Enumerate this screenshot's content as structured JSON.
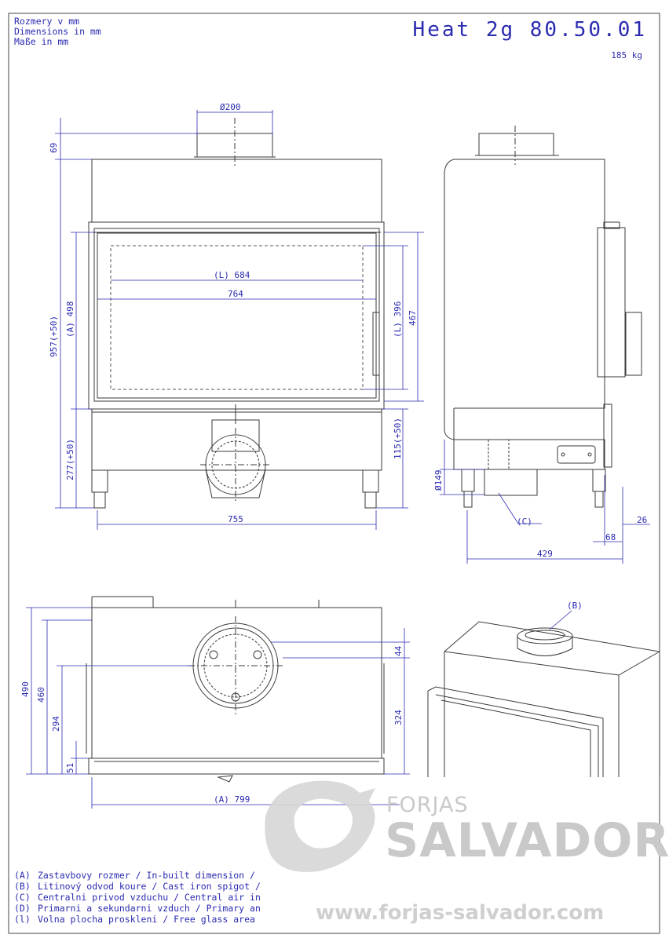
{
  "header": {
    "units": [
      "Rozmery v mm",
      "Dimensions in mm",
      "Maße in mm"
    ],
    "model": "Heat 2g 80.50.01",
    "weight": "185 kg"
  },
  "front_view": {
    "dims": {
      "flue": "Ø200",
      "top_height": "69",
      "total_height": "957(+50)",
      "in_built_height": "(A) 498",
      "base_height": "277(+50)",
      "glass_width": "(L) 684",
      "door_width": "764",
      "glass_height": "(L) 396",
      "door_height": "467",
      "lower_height": "115(+50)",
      "total_width": "755"
    }
  },
  "side_view": {
    "dims": {
      "air_inlet": "Ø149",
      "air_label": "(C)",
      "depth": "429",
      "offset_68": "68",
      "offset_26": "26"
    }
  },
  "top_view": {
    "dims": {
      "depth_490": "490",
      "depth_460": "460",
      "depth_294": "294",
      "depth_51": "51",
      "spigot_offset": "44",
      "spigot_depth": "324",
      "in_built_width": "(A) 799"
    }
  },
  "iso_view": {
    "label": "(B)"
  },
  "legend": [
    {
      "key": "(A)",
      "text": "Zastavbovy rozmer / In-built dimension / I"
    },
    {
      "key": "(B)",
      "text": "Litinový odvod koure / Cast iron spigot /"
    },
    {
      "key": "(C)",
      "text": "Centralni privod vzduchu / Central air inle"
    },
    {
      "key": "(D)",
      "text": "Primarni a sekundarni vzduch / Primary an"
    },
    {
      "key": "(l)",
      "text": "Volna plocha proskleni / Free glass area /"
    }
  ],
  "brand": {
    "name_top": "FORJAS",
    "name_bottom": "SALVADOR",
    "url": "www.forjas-salvador.com"
  },
  "colors": {
    "line": "#3a3a3a",
    "dimension": "#2a2ab0",
    "watermark": "#cccccc"
  }
}
